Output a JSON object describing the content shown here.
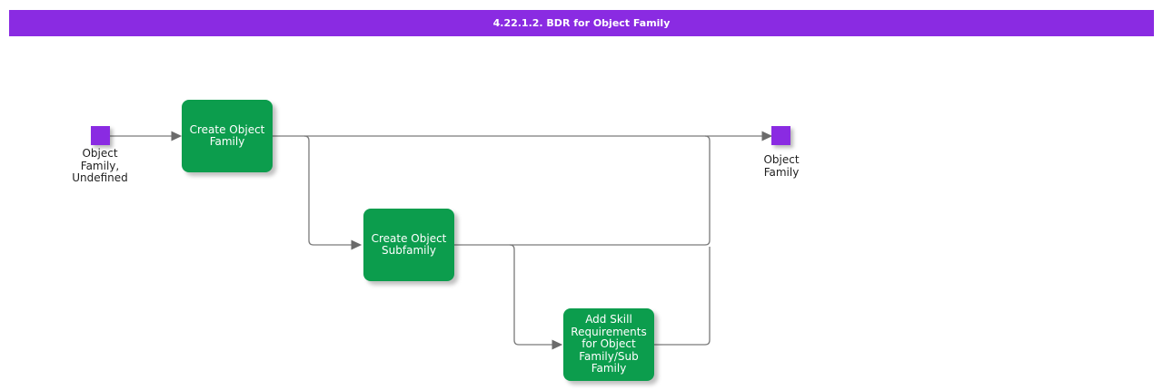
{
  "title": "4.22.1.2. BDR for Object Family",
  "colors": {
    "purple": "#8A2BE2",
    "green": "#0C9D4D",
    "line": "#7a7a7a",
    "arrow": "#6b6b6b",
    "labelcolor": "#1f1f1f"
  },
  "nodes": {
    "start": {
      "label": "Object Family, Undefined"
    },
    "activity1": {
      "label": "Create Object Family"
    },
    "activity2": {
      "label": "Create Object Subfamily"
    },
    "activity3": {
      "label": "Add Skill Requirements for Object Family/Sub Family"
    },
    "end": {
      "label": "Object Family"
    }
  }
}
